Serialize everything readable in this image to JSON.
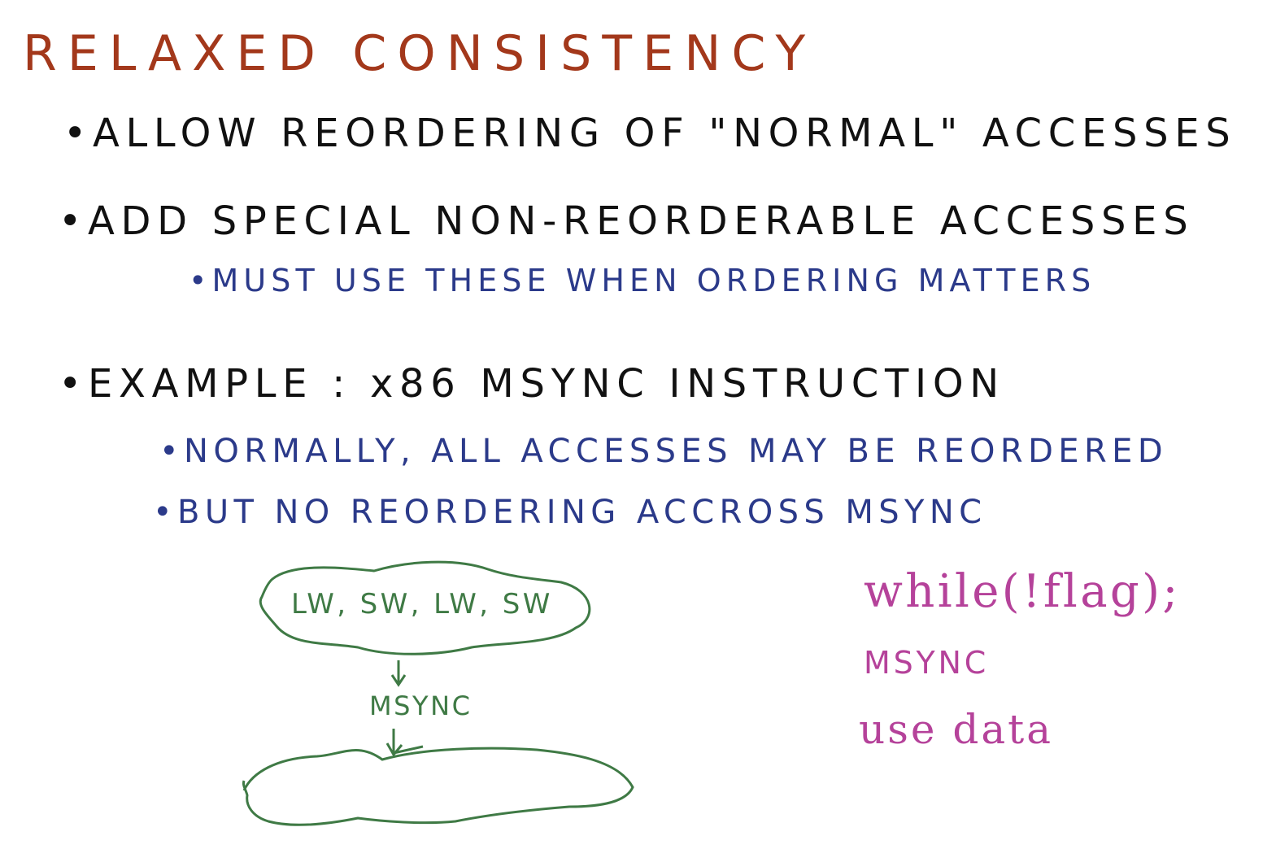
{
  "colors": {
    "title": "#a3381b",
    "main": "#111111",
    "sub": "#2b3a8a",
    "diagram": "#3f7a45",
    "code": "#b5429a",
    "background": "#ffffff"
  },
  "title": "RELAXED CONSISTENCY",
  "bullets": [
    {
      "text": "•ALLOW REORDERING OF \"NORMAL\" ACCESSES"
    },
    {
      "text": "•ADD SPECIAL NON-REORDERABLE ACCESSES",
      "subbullets": [
        {
          "text": "•MUST USE THESE WHEN ORDERING MATTERS"
        }
      ]
    },
    {
      "text": "•EXAMPLE : x86 MSYNC INSTRUCTION",
      "subbullets": [
        {
          "text": "•NORMALLY, ALL ACCESSES MAY BE REORDERED"
        },
        {
          "text": "•BUT NO REORDERING ACCROSS MSYNC"
        }
      ]
    }
  ],
  "diagram": {
    "cloud_top_label": "LW, SW, LW, SW",
    "middle_label": "MSYNC",
    "cloud_bottom_label": ""
  },
  "code": {
    "line1": "while(!flag);",
    "line2": "MSYNC",
    "line3": "use data"
  }
}
